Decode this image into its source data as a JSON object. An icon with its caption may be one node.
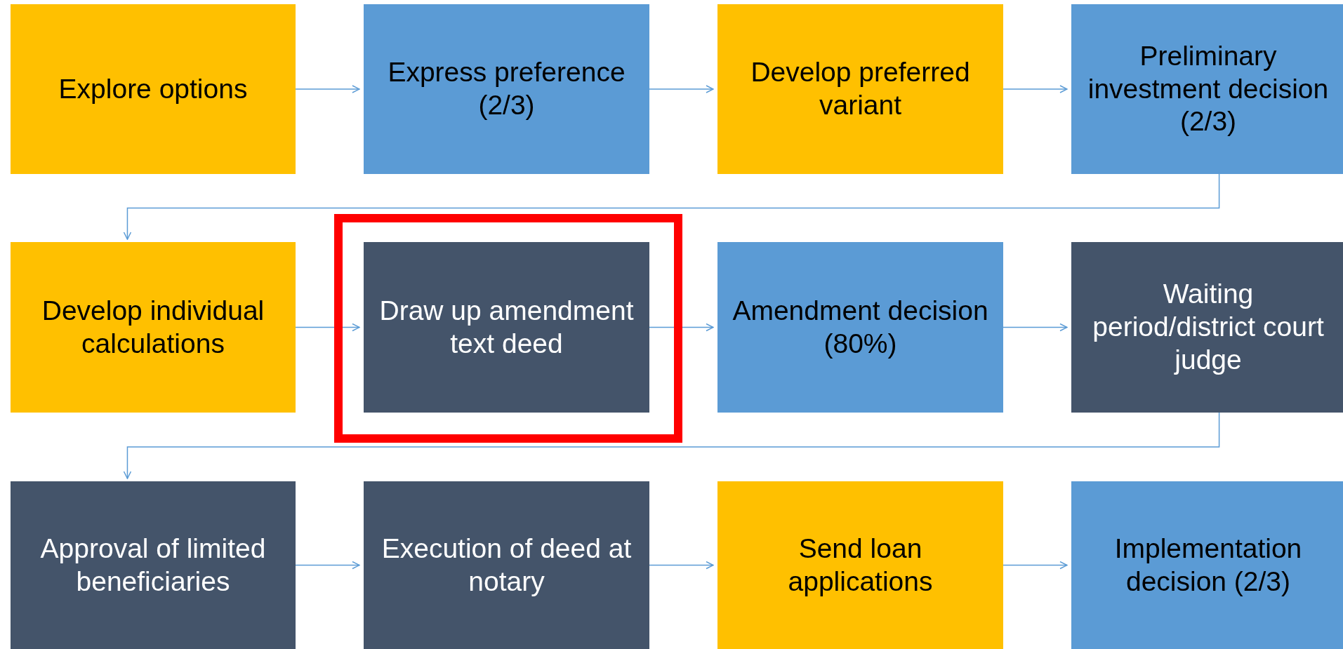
{
  "diagram": {
    "nodes": [
      {
        "text": [
          "Explore options"
        ]
      },
      {
        "text": [
          "Express preference (2/3)"
        ]
      },
      {
        "text": [
          "Develop preferred variant"
        ]
      },
      {
        "text": [
          "Preliminary investment decision (2/3)"
        ]
      },
      {
        "text": [
          "Develop individual calculations"
        ]
      },
      {
        "text": [
          "Draw up amendment text deed"
        ]
      },
      {
        "text": [
          "Amendment decision (80%)"
        ]
      },
      {
        "text": [
          "Waiting period/district court judge"
        ]
      },
      {
        "text": [
          "Approval of limited beneficiaries"
        ]
      },
      {
        "text": [
          "Execution of deed at notary"
        ]
      },
      {
        "text": [
          "Send loan applications"
        ]
      },
      {
        "text": [
          "Implementation decision (2/3)"
        ]
      }
    ],
    "edges": [
      {
        "from": 0,
        "to": 1,
        "arrow": "to"
      },
      {
        "from": 1,
        "to": 2,
        "arrow": "to"
      },
      {
        "from": 2,
        "to": 3,
        "arrow": "to"
      },
      {
        "from": 3,
        "to": 4,
        "arrow": "to"
      },
      {
        "from": 4,
        "to": 5,
        "arrow": "to"
      },
      {
        "from": 5,
        "to": 6,
        "arrow": "to"
      },
      {
        "from": 6,
        "to": 7,
        "arrow": "to"
      },
      {
        "from": 7,
        "to": 8,
        "arrow": "to"
      },
      {
        "from": 8,
        "to": 9,
        "arrow": "to"
      },
      {
        "from": 9,
        "to": 10,
        "arrow": "to"
      },
      {
        "from": 10,
        "to": 11,
        "arrow": "to"
      }
    ]
  }
}
